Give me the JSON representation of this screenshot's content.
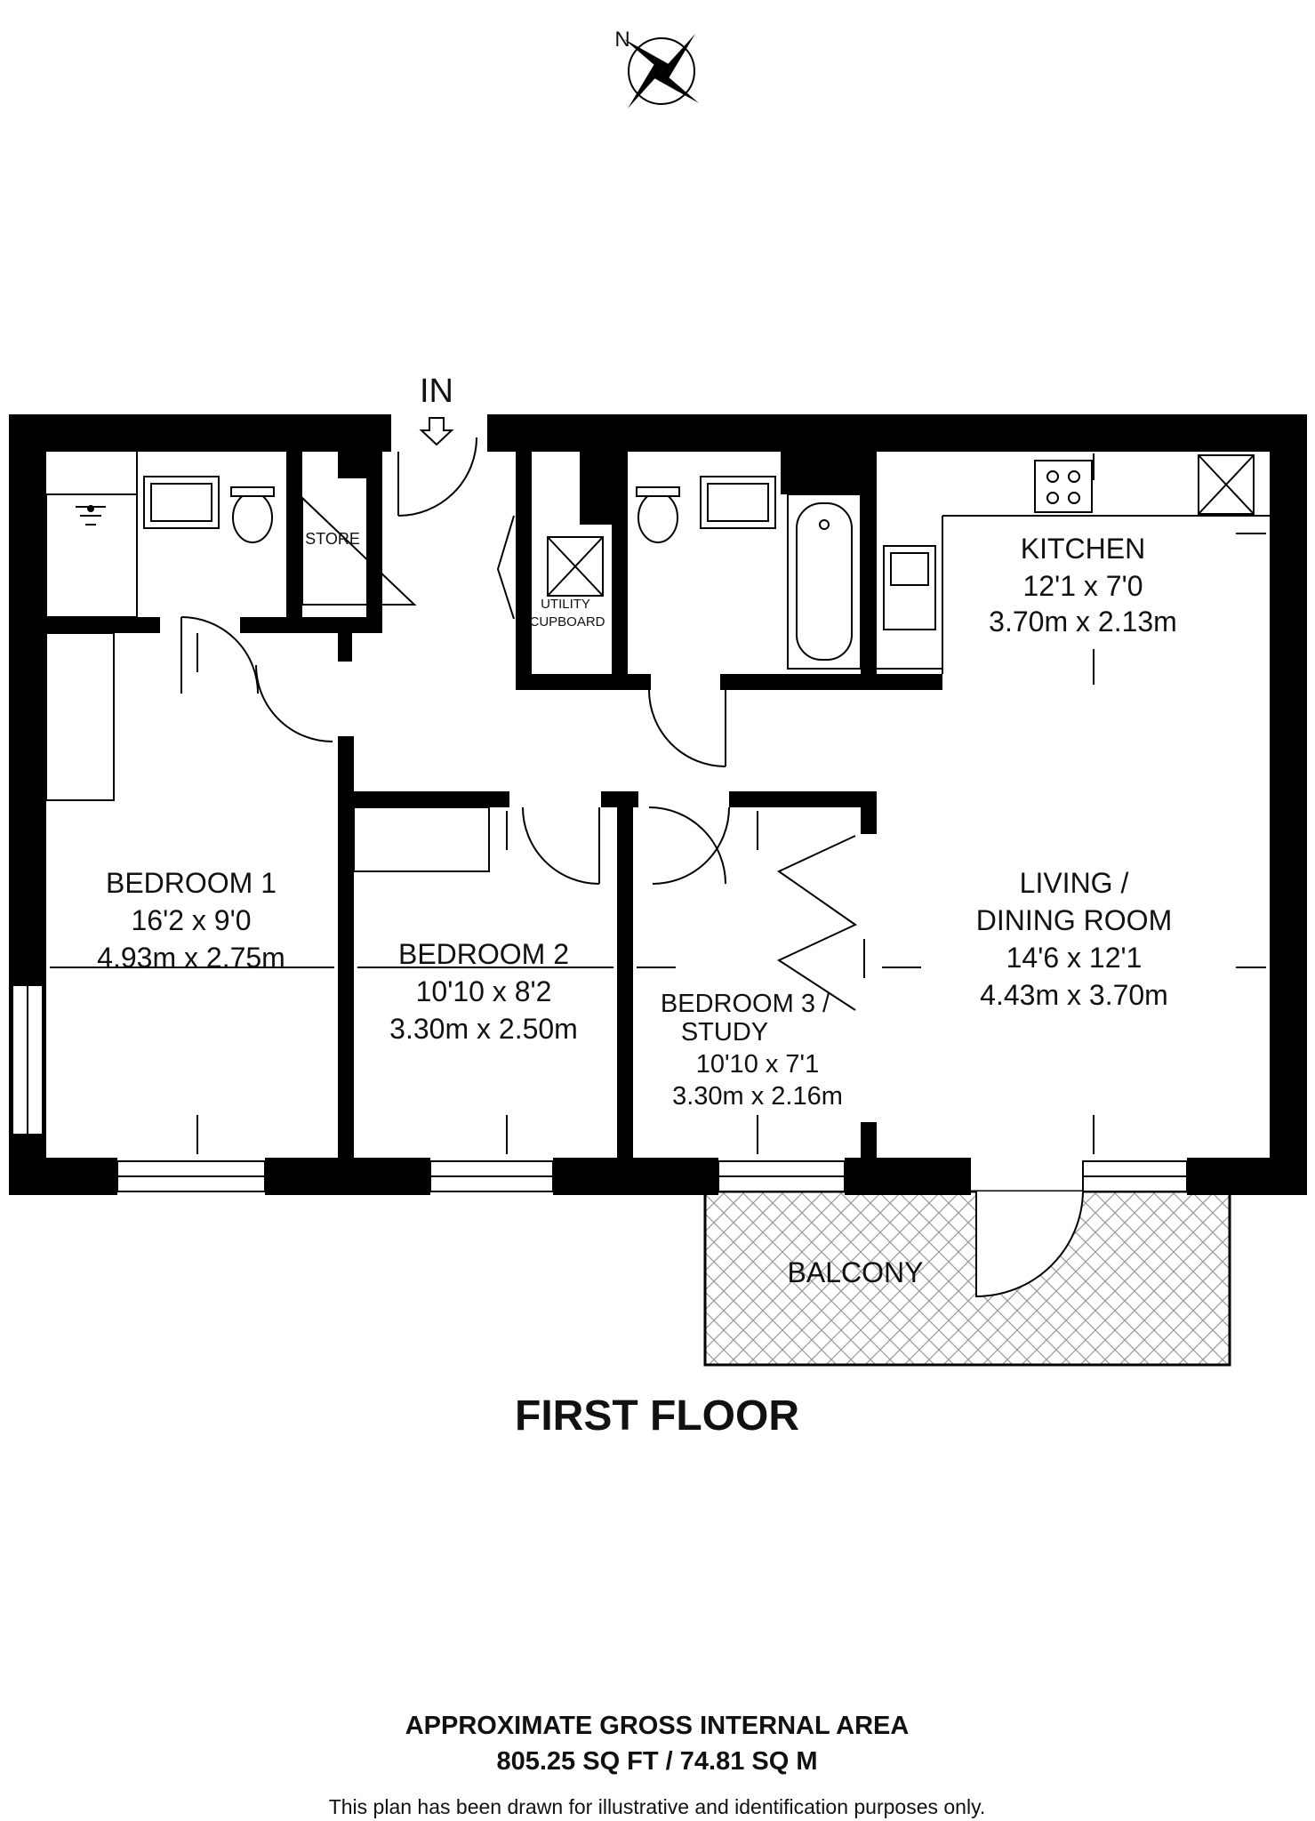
{
  "compass": {
    "north_label": "N"
  },
  "entrance": {
    "label": "IN"
  },
  "rooms": {
    "store": {
      "name": "STORE"
    },
    "utility": {
      "line1": "UTILITY",
      "line2": "CUPBOARD"
    },
    "kitchen": {
      "name": "KITCHEN",
      "imperial": "12'1 x 7'0",
      "metric": "3.70m x 2.13m"
    },
    "bedroom1": {
      "name": "BEDROOM 1",
      "imperial": "16'2 x 9'0",
      "metric": "4.93m x 2.75m"
    },
    "bedroom2": {
      "name": "BEDROOM 2",
      "imperial": "10'10 x 8'2",
      "metric": "3.30m x 2.50m"
    },
    "bedroom3": {
      "line1": "BEDROOM 3 /",
      "line2": "STUDY",
      "imperial": "10'10 x 7'1",
      "metric": "3.30m x 2.16m"
    },
    "living": {
      "line1": "LIVING  /",
      "line2": "DINING ROOM",
      "imperial": "14'6 x 12'1",
      "metric": "4.43m x 3.70m"
    },
    "balcony": {
      "name": "BALCONY"
    }
  },
  "floor_title": "FIRST FLOOR",
  "area": {
    "heading": "APPROXIMATE GROSS INTERNAL AREA",
    "value": "805.25 SQ FT / 74.81 SQ M"
  },
  "disclaimer": "This plan has been drawn for illustrative and identification purposes only."
}
